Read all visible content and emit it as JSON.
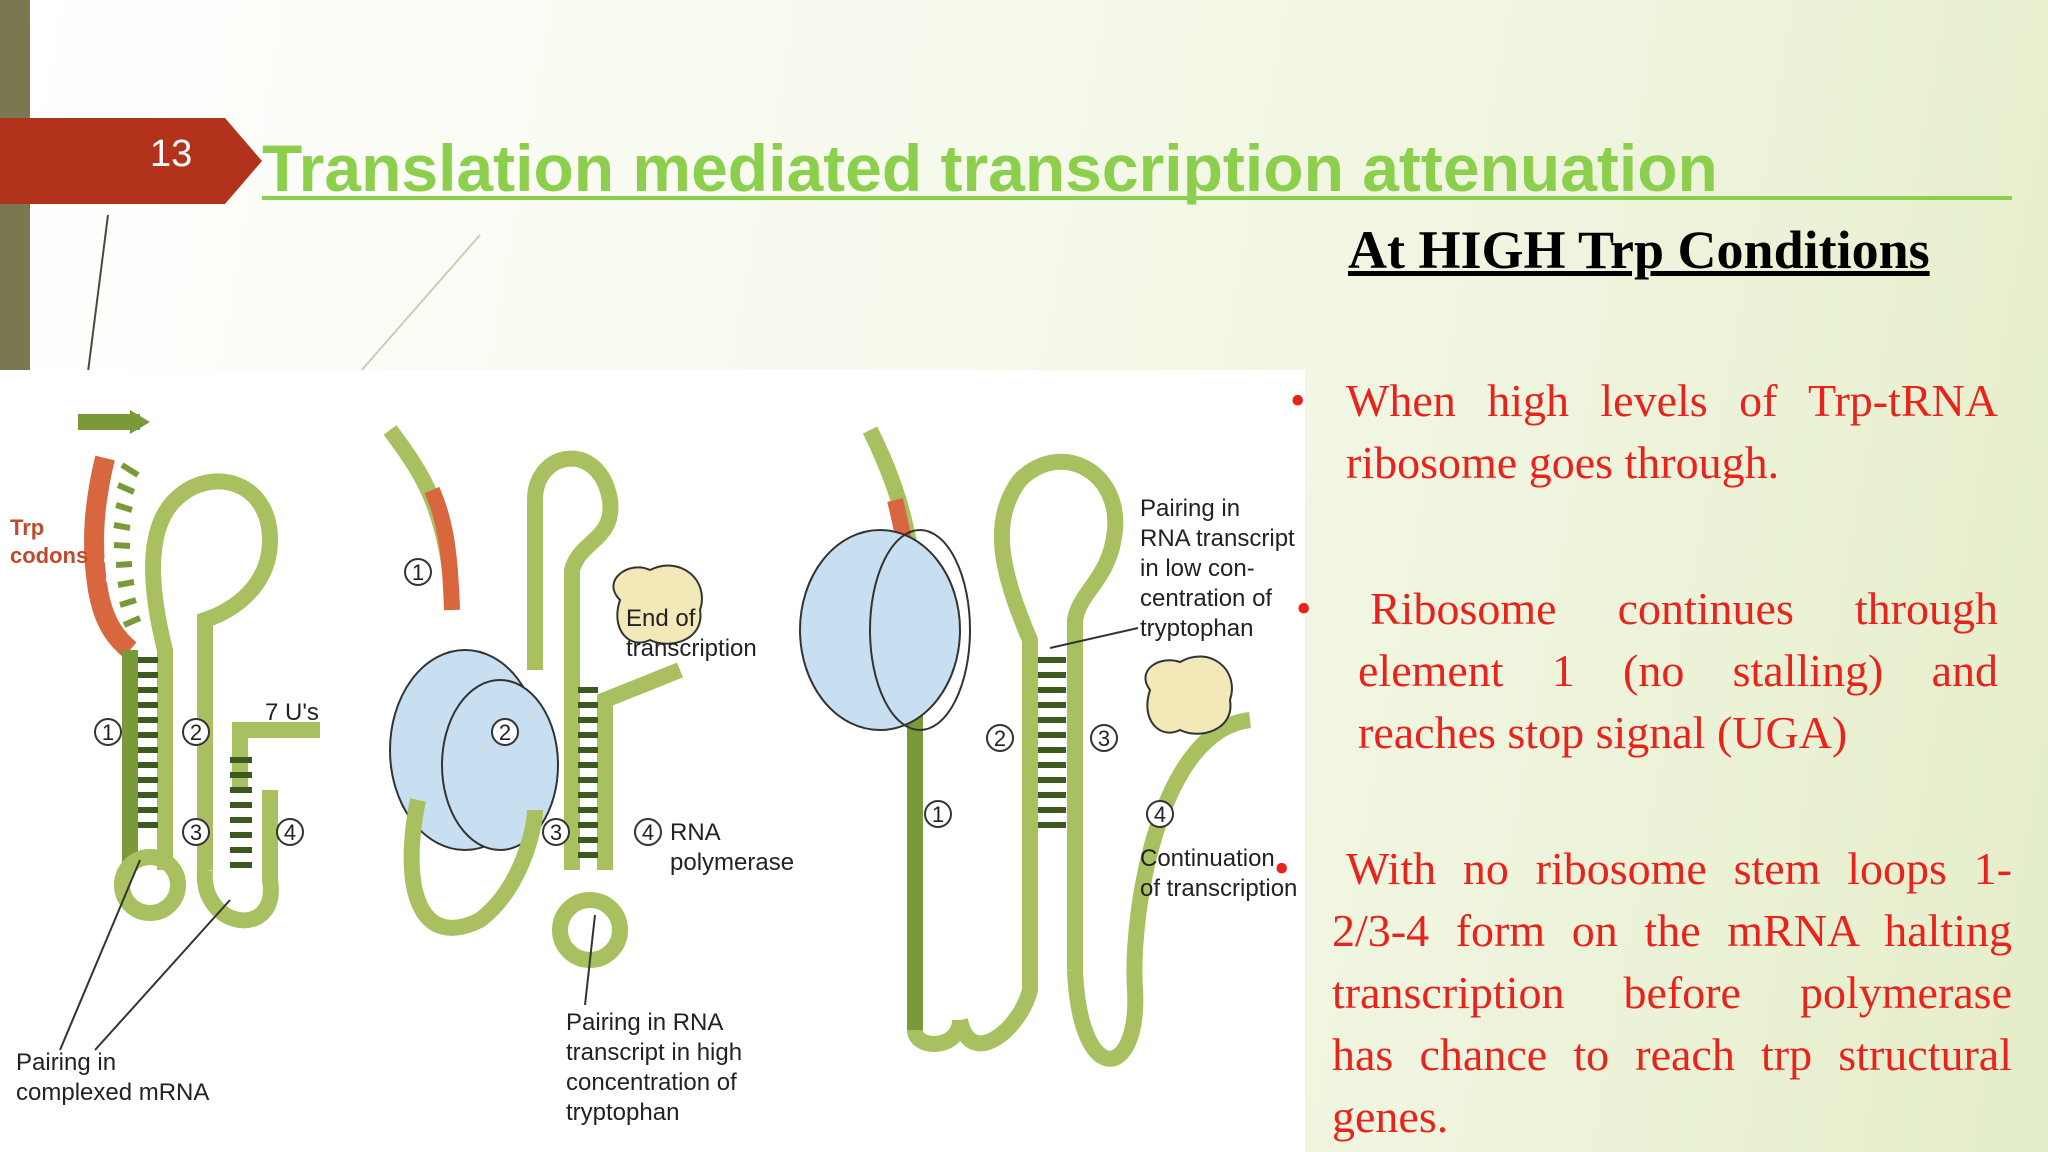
{
  "slide": {
    "number": "13",
    "title": "Translation mediated transcription attenuation",
    "subtitle": "At HIGH Trp Conditions",
    "colors": {
      "title": "#8ccf4c",
      "tab": "#b3321c",
      "bullet": "#e8231c",
      "bar": "#7a7850"
    }
  },
  "figure": {
    "labels": {
      "trp_codons_1": "Trp",
      "trp_codons_2": "codons",
      "seven_us": "7 U's",
      "pairing_complexed_1": "Pairing in",
      "pairing_complexed_2": "complexed mRNA",
      "end_of_1": "End of",
      "end_of_2": "transcription",
      "rna_pol_1": "RNA",
      "rna_pol_2": "polymerase",
      "pairing_high_1": "Pairing in RNA",
      "pairing_high_2": "transcript in high",
      "pairing_high_3": "concentration of",
      "pairing_high_4": "tryptophan",
      "pairing_low_1": "Pairing in",
      "pairing_low_2": "RNA transcript",
      "pairing_low_3": "in low con-",
      "pairing_low_4": "centration of",
      "pairing_low_5": "tryptophan",
      "continuation_1": "Continuation",
      "continuation_2": "of transcription"
    },
    "region_numbers": {
      "one": "1",
      "two": "2",
      "three": "3",
      "four": "4"
    }
  },
  "bullets": [
    {
      "line1": "When high levels of Trp-tRNA",
      "line2": "ribosome goes through."
    },
    {
      "line1": "Ribosome continues through",
      "line2": "element 1 (no stalling) and",
      "line3": "reaches stop signal (UGA)"
    },
    {
      "line1": "With no ribosome stem loops 1-",
      "line2": "2/3-4 form on the mRNA  halting",
      "line3": "transcription before polymerase",
      "line4": "has chance to reach trp structural",
      "line5": "genes."
    }
  ]
}
